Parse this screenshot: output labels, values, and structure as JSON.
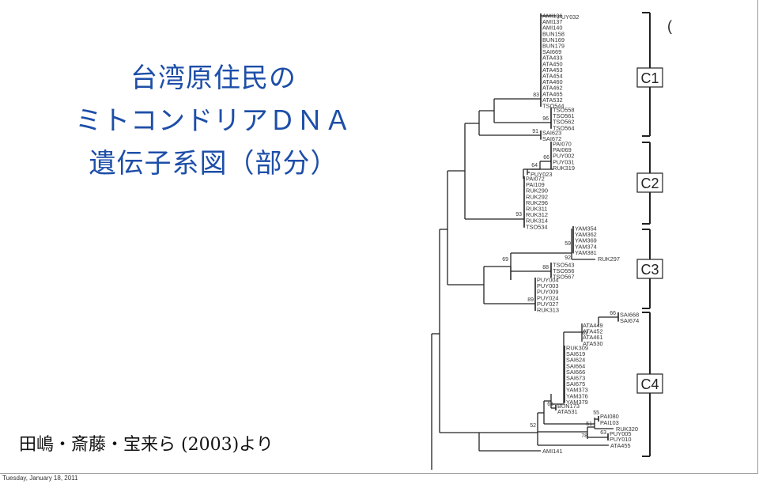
{
  "slide": {
    "title_lines": [
      "台湾原住民の",
      "ミトコンドリアＤＮＡ",
      "遺伝子系図（部分）"
    ],
    "citation": "田嶋・斎藤・宝来ら (2003)より",
    "footer_date": "Tuesday, January 18, 2011",
    "title_color": "#1d4ea8"
  },
  "tree": {
    "corner_mark": "(",
    "clusters": [
      {
        "name": "C1-top",
        "taxa": [
          "AMI136",
          "AMI137",
          "AMI140",
          "BUN158",
          "BUN169",
          "BUN179",
          "SAI669",
          "ATA433",
          "ATA450",
          "ATA453",
          "ATA454",
          "ATA460",
          "ATA462",
          "ATA465",
          "ATA532",
          "TSO544"
        ],
        "extra": "PUY032",
        "bootstrap": "83"
      },
      {
        "name": "C1-tso",
        "taxa": [
          "TSO558",
          "TSO561",
          "TSO562",
          "TSO564"
        ],
        "bootstrap": "96"
      },
      {
        "name": "C1-sai",
        "taxa": [
          "SAI623",
          "SAI672"
        ],
        "bootstrap": "91"
      },
      {
        "name": "C2-a",
        "taxa": [
          "PAI070",
          "PAI069",
          "PUY002",
          "PUY031",
          "RUK319"
        ],
        "bootstrap": "66"
      },
      {
        "name": "C2-b",
        "taxa": [
          "PUY023"
        ],
        "bootstrap": "64"
      },
      {
        "name": "C2-c",
        "taxa": [
          "PAI072",
          "PAI109",
          "RUK290",
          "RUK292",
          "RUK296",
          "RUK311",
          "RUK312",
          "RUK314",
          "TSO534"
        ],
        "bootstrap": "93"
      },
      {
        "name": "C3-yam",
        "taxa": [
          "YAM354",
          "YAM362",
          "YAM369",
          "YAM374",
          "YAM381"
        ],
        "bootstrap": "59"
      },
      {
        "name": "C3-ruk",
        "taxa": [
          "RUK297"
        ],
        "bootstrap": "92"
      },
      {
        "name": "C3-tso",
        "taxa": [
          "TSO543",
          "TSO556",
          "TSO567"
        ],
        "bootstrap": "88"
      },
      {
        "name": "C3-node",
        "bootstrap": "69"
      },
      {
        "name": "C3-puy",
        "taxa": [
          "PUY004",
          "PUY003",
          "PUY009",
          "PUY024",
          "PUY027",
          "RUK313"
        ],
        "bootstrap": "89"
      },
      {
        "name": "C4-sai",
        "taxa": [
          "SAI668",
          "SAI674"
        ],
        "bootstrap": "66"
      },
      {
        "name": "C4-ata",
        "taxa": [
          "ATA449",
          "ATA452",
          "ATA461",
          "ATA530"
        ],
        "bootstrap": "62"
      },
      {
        "name": "C4-main",
        "taxa": [
          "RUK309",
          "SAI619",
          "SAI624",
          "SAI664",
          "SAI666",
          "SAI673",
          "SAI675",
          "YAM373",
          "YAM376",
          "YAM379"
        ]
      },
      {
        "name": "C4-bun",
        "taxa": [
          "BUN173",
          "ATA531"
        ],
        "bootstrap": "65"
      },
      {
        "name": "C4-pai",
        "taxa": [
          "PAI080",
          "PAI103"
        ],
        "bootstrap": "55"
      },
      {
        "name": "C4-ruk",
        "taxa": [
          "RUK320"
        ],
        "bootstrap": "51"
      },
      {
        "name": "C4-puy",
        "taxa": [
          "PUY005",
          "PUY010"
        ],
        "bootstrap": "63"
      },
      {
        "name": "C4-node78",
        "bootstrap": "78"
      },
      {
        "name": "C4-ata455",
        "taxa": [
          "ATA455"
        ]
      },
      {
        "name": "C4-node52",
        "bootstrap": "52"
      },
      {
        "name": "outgroup",
        "taxa": [
          "AMI141"
        ]
      }
    ],
    "clade_labels": [
      "C1",
      "C2",
      "C3",
      "C4"
    ]
  }
}
